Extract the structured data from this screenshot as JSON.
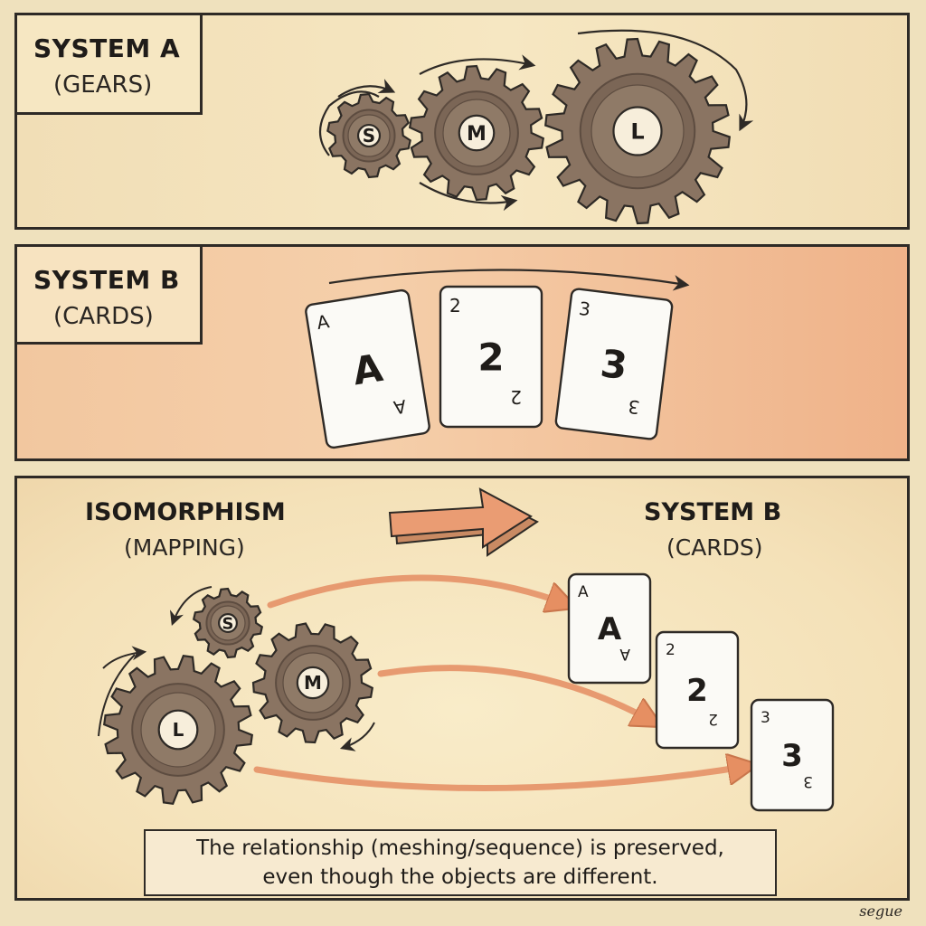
{
  "panel_a": {
    "title": "SYSTEM A",
    "subtitle": "(GEARS)",
    "gears": [
      "S",
      "M",
      "L"
    ]
  },
  "panel_b": {
    "title": "SYSTEM B",
    "subtitle": "(CARDS)",
    "cards": [
      "A",
      "2",
      "3"
    ]
  },
  "panel_c": {
    "left_title": "ISOMORPHISM",
    "left_subtitle": "(MAPPING)",
    "right_title": "SYSTEM B",
    "right_subtitle": "(CARDS)",
    "gears": [
      "S",
      "M",
      "L"
    ],
    "cards": [
      "A",
      "2",
      "3"
    ],
    "caption_line1": "The relationship (meshing/sequence) is preserved,",
    "caption_line2": "even though the objects are different."
  },
  "signature": "segue",
  "colors": {
    "gear": "#8a7462",
    "gear_dark": "#5d4c40",
    "arrow": "#e79a70",
    "outline": "#2e2a26",
    "card": "#fbfaf6"
  }
}
